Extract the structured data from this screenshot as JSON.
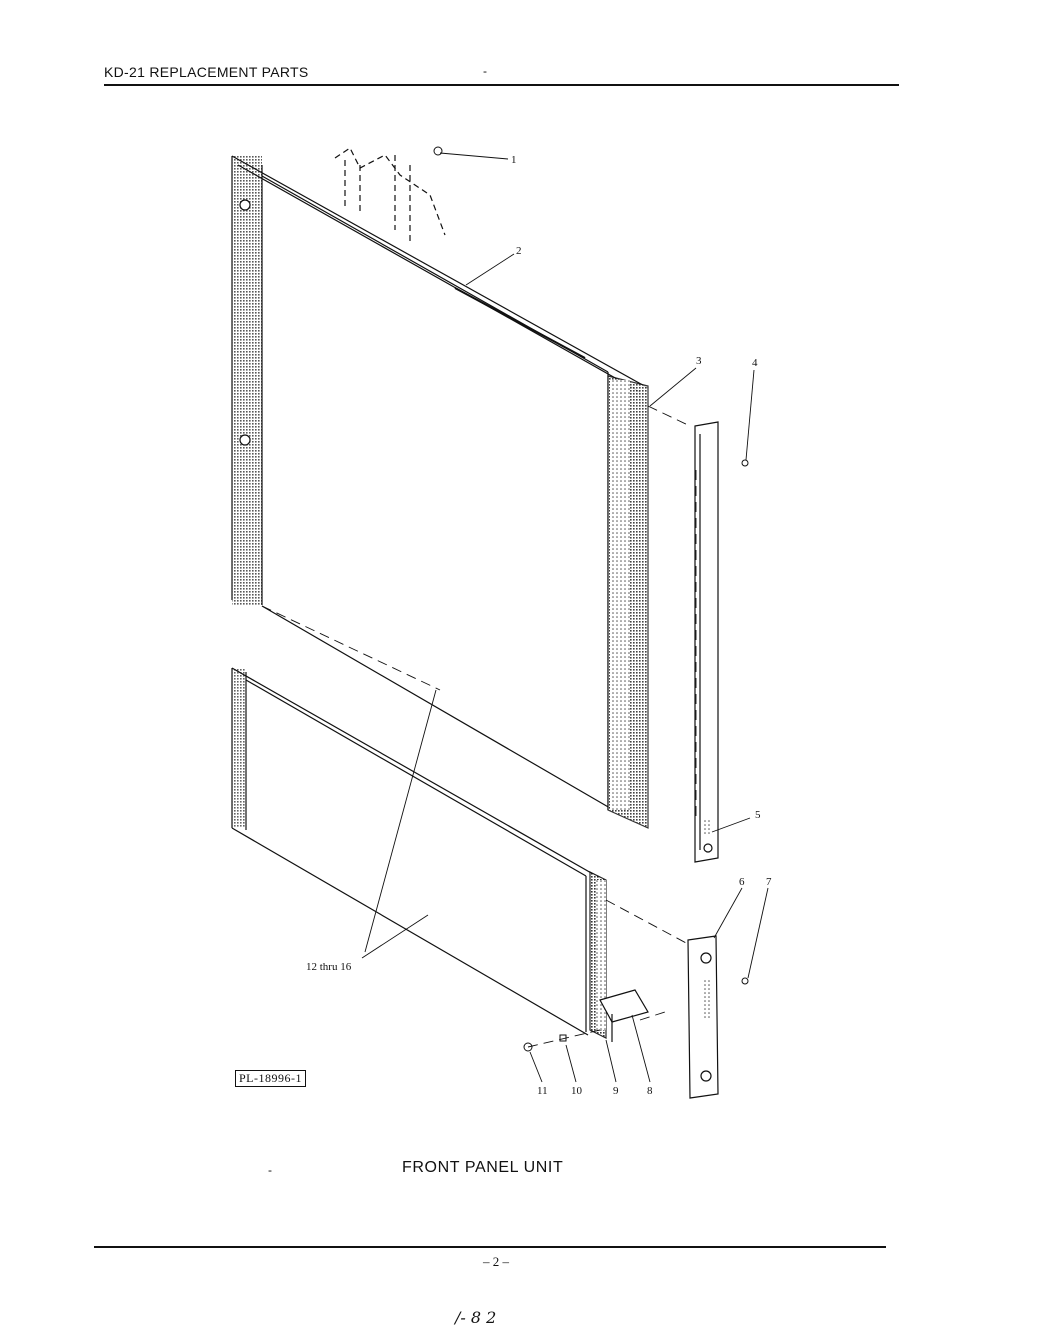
{
  "header": {
    "title": "KD-21 REPLACEMENT PARTS",
    "mark": "-"
  },
  "diagram": {
    "callouts": [
      "1",
      "2",
      "3",
      "4",
      "5",
      "6",
      "7",
      "8",
      "9",
      "10",
      "11",
      "12 thru 16"
    ],
    "figure_code": "PL-18996-1"
  },
  "caption": {
    "title": "FRONT PANEL UNIT",
    "dash": "-"
  },
  "footer": {
    "page_number": "– 2 –",
    "handwritten_note": "/- 8 2"
  }
}
